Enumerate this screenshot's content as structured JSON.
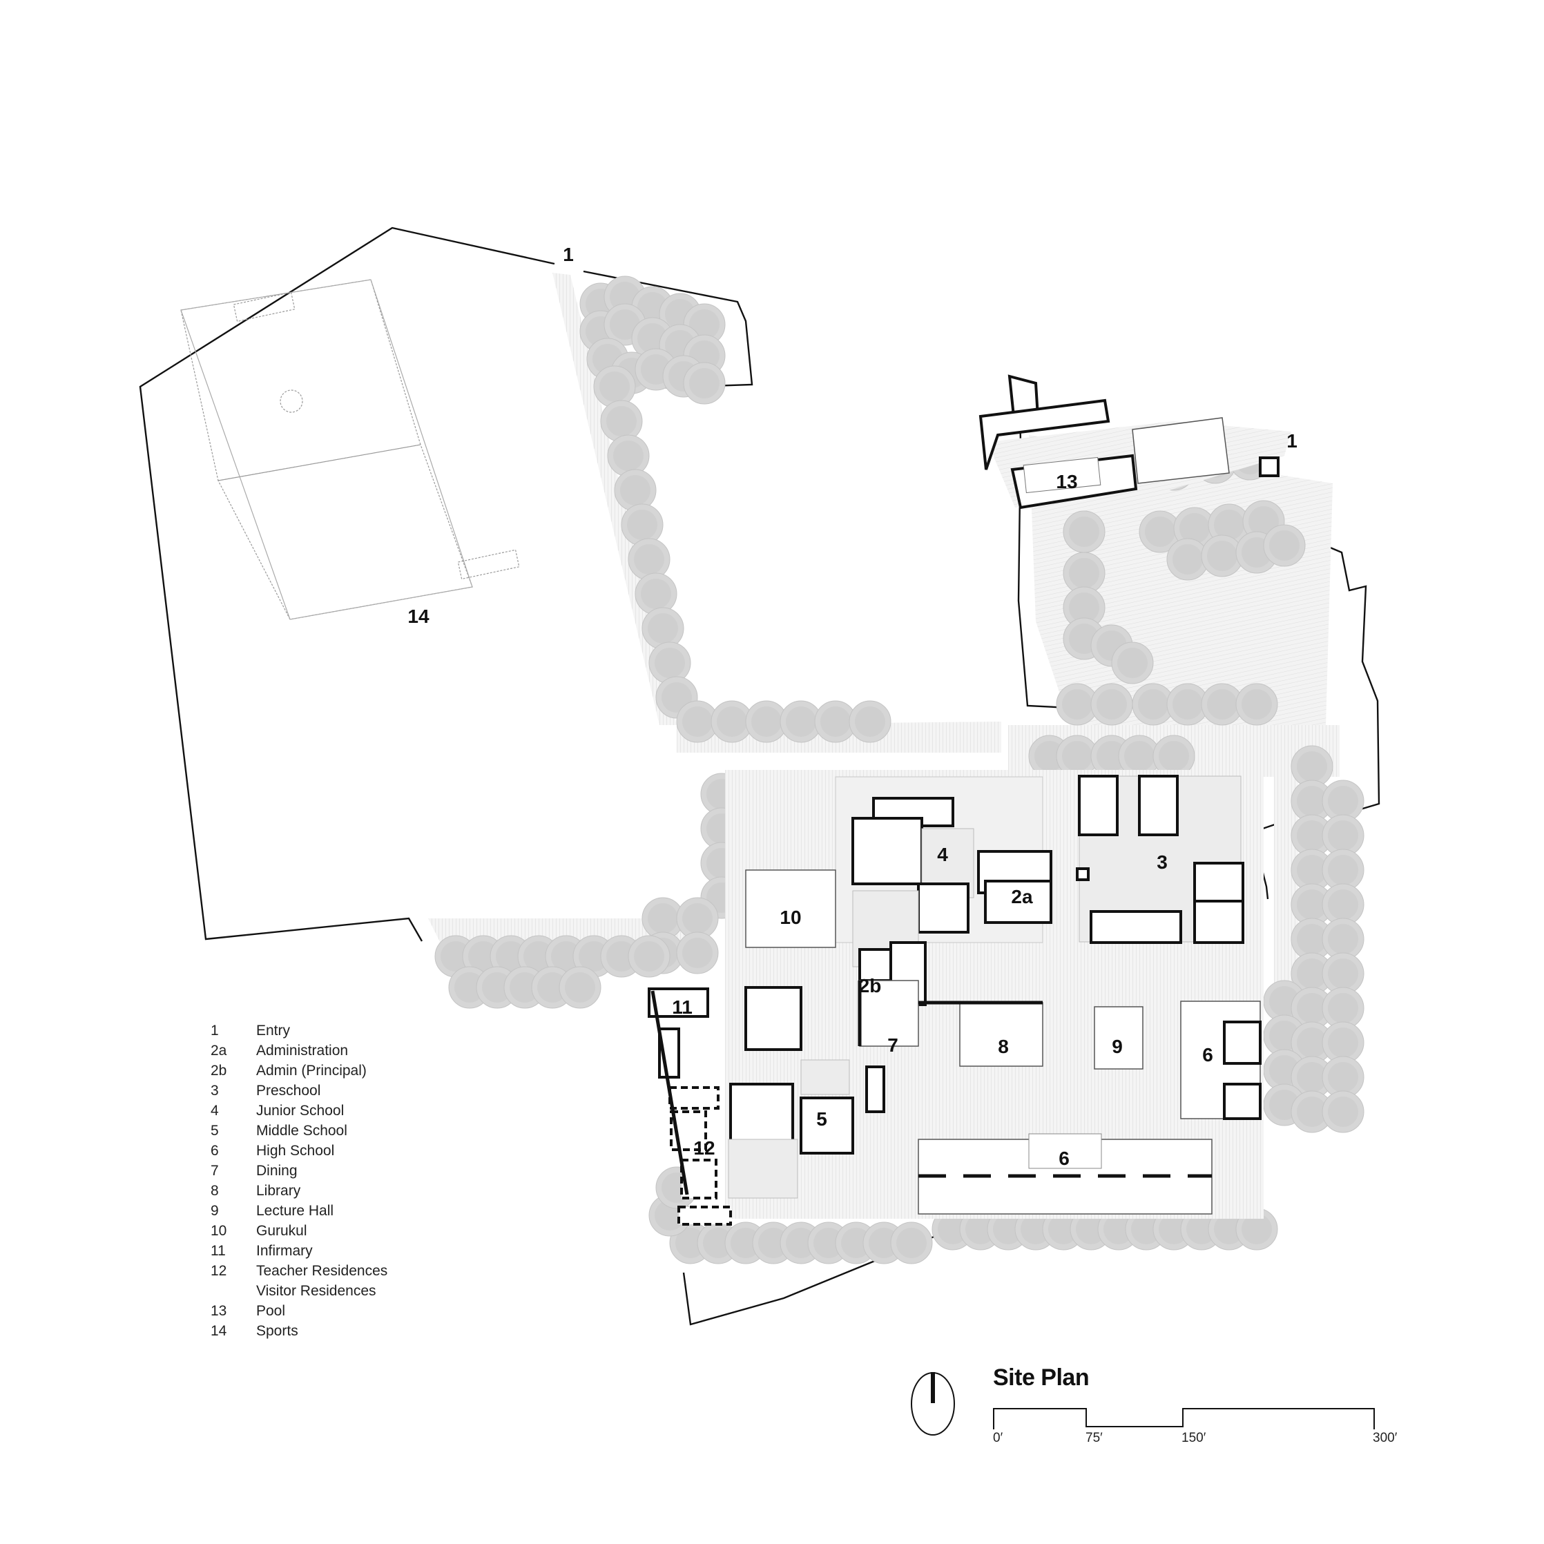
{
  "title": "Site Plan",
  "north_arrow": {
    "icon": "north-arrow-icon"
  },
  "scale_bar": {
    "unit": "feet",
    "ticks": [
      "0′",
      "75′",
      "150′",
      "300′"
    ]
  },
  "legend": {
    "items": [
      {
        "num": "1",
        "label": "Entry"
      },
      {
        "num": "2a",
        "label": "Administration"
      },
      {
        "num": "2b",
        "label": "Admin (Principal)"
      },
      {
        "num": "3",
        "label": "Preschool"
      },
      {
        "num": "4",
        "label": "Junior School"
      },
      {
        "num": "5",
        "label": "Middle School"
      },
      {
        "num": "6",
        "label": "High School"
      },
      {
        "num": "7",
        "label": "Dining"
      },
      {
        "num": "8",
        "label": "Library"
      },
      {
        "num": "9",
        "label": "Lecture Hall"
      },
      {
        "num": "10",
        "label": "Gurukul"
      },
      {
        "num": "11",
        "label": "Infirmary"
      },
      {
        "num": "12",
        "label": "Teacher Residences"
      },
      {
        "num": "",
        "label": "Visitor Residences"
      },
      {
        "num": "13",
        "label": "Pool"
      },
      {
        "num": "14",
        "label": "Sports"
      }
    ]
  },
  "map_labels": {
    "entry_north": "1",
    "entry_east": "1",
    "admin": "2a",
    "principal": "2b",
    "preschool": "3",
    "junior": "4",
    "middle": "5",
    "high_school_east": "6",
    "high_school_south": "6",
    "dining": "7",
    "library": "8",
    "lecture_hall": "9",
    "gurukul": "10",
    "infirmary": "11",
    "residences": "12",
    "pool": "13",
    "sports": "14"
  },
  "colors": {
    "ink": "#111111",
    "tree_fill": "#d6d6d6",
    "paving": "#f1f1f1",
    "background": "#ffffff"
  }
}
